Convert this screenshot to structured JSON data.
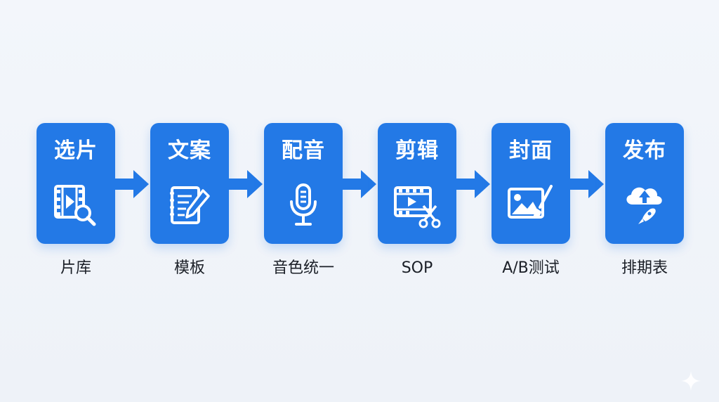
{
  "colors": {
    "card": "#2379e6",
    "arrow": "#2379e6",
    "caption": "#1b1f27",
    "background": "#f1f5fa"
  },
  "steps": [
    {
      "title": "选片",
      "caption": "片库",
      "icon": "film-search-icon"
    },
    {
      "title": "文案",
      "caption": "模板",
      "icon": "notepad-pen-icon"
    },
    {
      "title": "配音",
      "caption": "音色统一",
      "icon": "microphone-icon"
    },
    {
      "title": "剪辑",
      "caption": "SOP",
      "icon": "film-scissors-icon"
    },
    {
      "title": "封面",
      "caption": "A/B测试",
      "icon": "image-brush-icon"
    },
    {
      "title": "发布",
      "caption": "排期表",
      "icon": "cloud-upload-rocket-icon"
    }
  ]
}
